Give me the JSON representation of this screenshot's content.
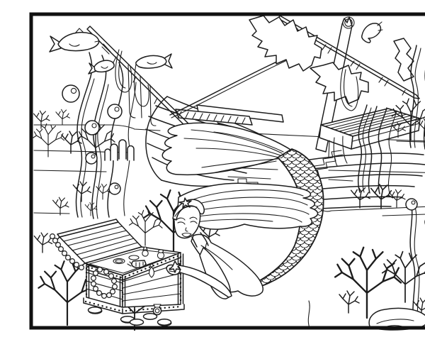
{
  "meta": {
    "title": "Black-and-white coloring page: mermaid opening a treasure chest beside a sunken shipwreck",
    "style": "line-art coloring book illustration",
    "palette": {
      "background": "#ffffff",
      "line": "#1d1d1d"
    }
  },
  "scene": {
    "setting": "underwater seabed with terraced sand ledges",
    "mermaid": {
      "pose": "swimming toward open treasure chest, reaching in with one hand",
      "hair": "long wavy hair streaming to the right",
      "accessory": "starfish on headband",
      "tail": "curved scaled tail with large striped fluke"
    },
    "treasure_chest": {
      "state": "open",
      "details": [
        "planked lid and sides",
        "riveted metal straps",
        "pearl necklace draped over front",
        "rings and gems on rim",
        "teardrop pendant"
      ],
      "coins_on_sand": 5,
      "rings_on_sand": 1
    },
    "shipwreck": {
      "parts": [
        "curved bow hull with gunports",
        "broken leaning mast",
        "fallen yard with torn sails",
        "raised plank deck",
        "broken stairs",
        "hanging ropes and rigging",
        "bowsprit"
      ]
    },
    "fish_count": 4,
    "bubble_count": 9,
    "flora": [
      "branching corals",
      "tube coral",
      "wavy kelp strands"
    ],
    "rock": "rounded stone at lower right"
  }
}
